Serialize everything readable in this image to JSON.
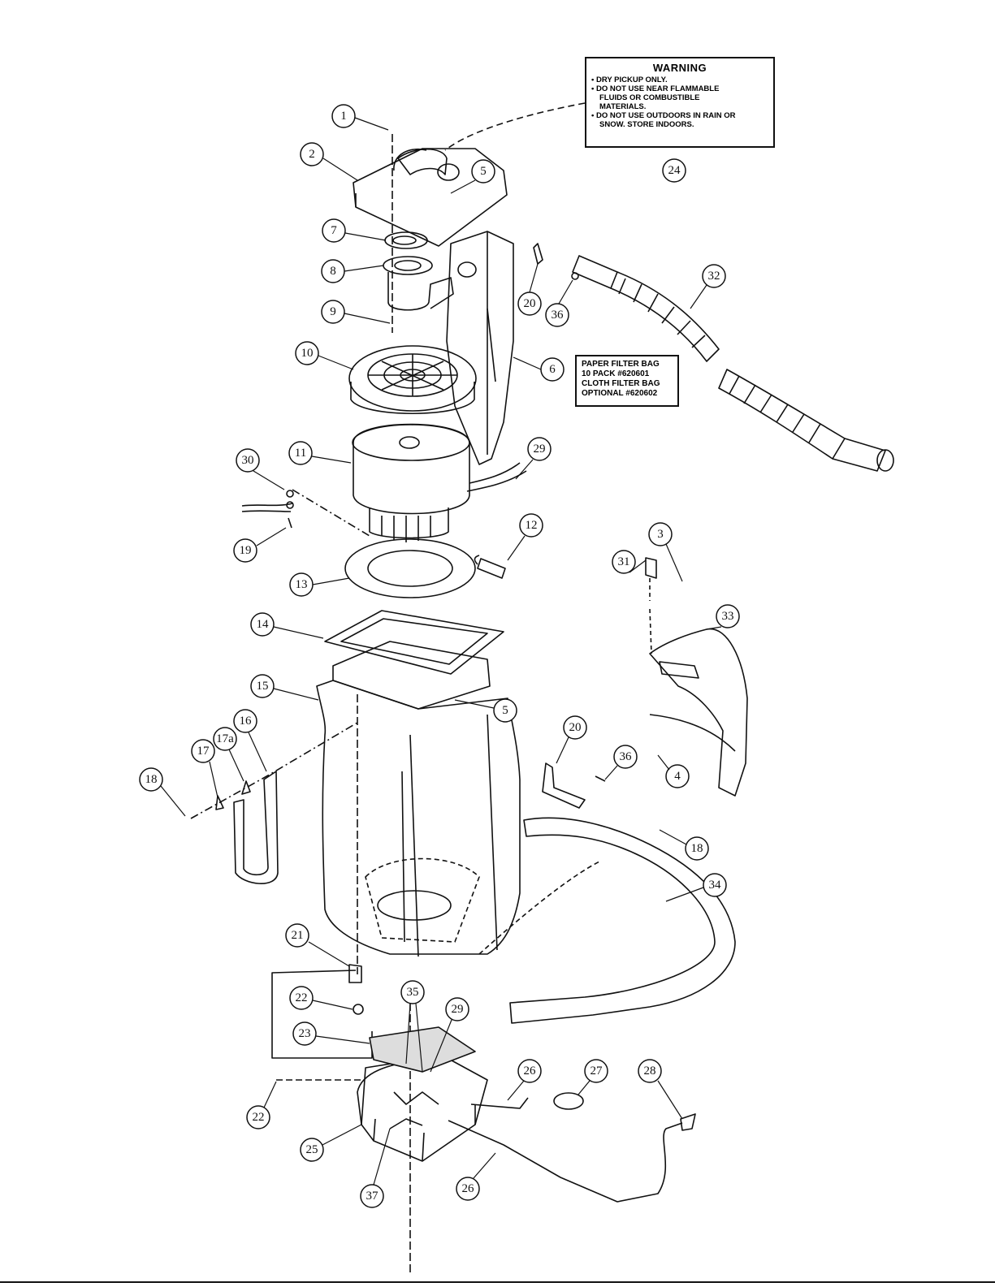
{
  "warning": {
    "title": "WARNING",
    "lines": [
      "• DRY PICKUP ONLY.",
      "• DO NOT USE NEAR FLAMMABLE",
      "FLUIDS OR COMBUSTIBLE",
      "MATERIALS.",
      "• DO NOT USE OUTDOORS IN RAIN OR",
      "SNOW. STORE INDOORS."
    ]
  },
  "filter_note": {
    "lines": [
      "PAPER FILTER BAG",
      "10 PACK #620601",
      "CLOTH FILTER BAG",
      "OPTIONAL #620602"
    ]
  },
  "callouts": [
    "1",
    "2",
    "5",
    "7",
    "8",
    "9",
    "10",
    "11",
    "30",
    "19",
    "29",
    "12",
    "13",
    "14",
    "15",
    "16",
    "17",
    "17a",
    "18",
    "5",
    "20",
    "36",
    "3",
    "31",
    "33",
    "4",
    "24",
    "32",
    "6",
    "20",
    "36",
    "18",
    "34",
    "21",
    "22",
    "35",
    "29",
    "23",
    "22",
    "25",
    "37",
    "26",
    "27",
    "28",
    "26"
  ]
}
